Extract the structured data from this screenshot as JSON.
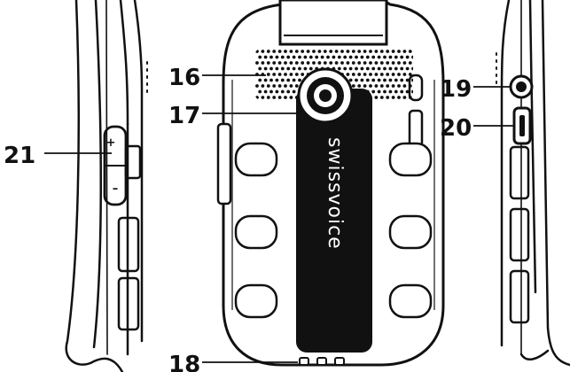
{
  "callouts": {
    "c16": "16",
    "c17": "17",
    "c18": "18",
    "c19": "19",
    "c20": "20",
    "c21": "21"
  },
  "device": {
    "brand": "swissvoice",
    "volume_up_symbol": "+",
    "volume_down_symbol": "–"
  },
  "colors": {
    "line": "#111111",
    "body": "#ffffff",
    "stripe": "#111111",
    "brand_text": "#ffffff"
  }
}
